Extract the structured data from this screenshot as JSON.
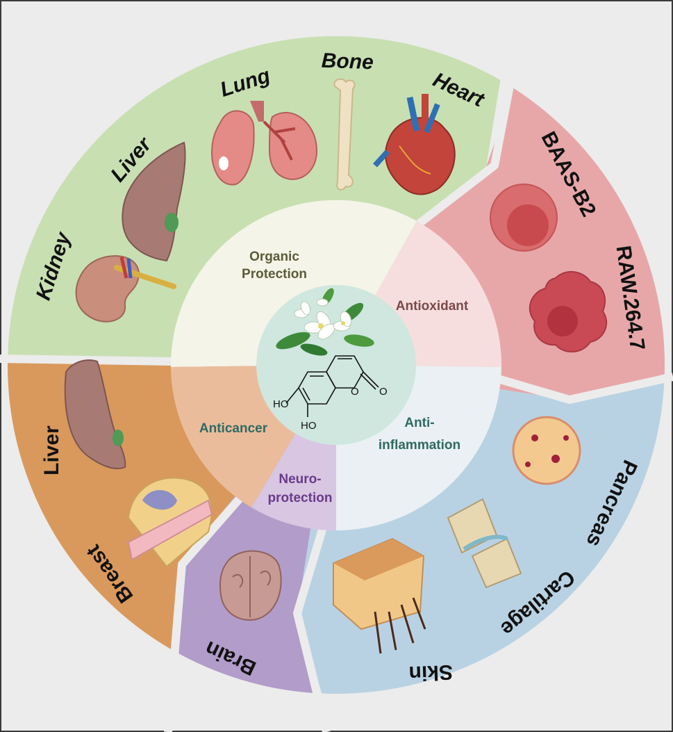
{
  "center": {
    "plant_icon": "jasmine-flower-icon",
    "molecule_icon": "7-8-dihydroxycoumarin-structure-icon",
    "atom_labels": {
      "ho_upper": "HO",
      "ho_lower": "HO",
      "o_ring": "O",
      "o_carbonyl": "O"
    }
  },
  "inner_ring": {
    "organic_protection": {
      "line1": "Organic",
      "line2": "Protection",
      "color": "#f4f4e8",
      "text_color": "#5b5b3a"
    },
    "antioxidant": {
      "label": "Antioxidant",
      "color": "#f7dede",
      "text_color": "#7a4a4a"
    },
    "anti_inflammation": {
      "line1": "Anti-",
      "line2": "inflammation",
      "color": "#eaf0f4",
      "text_color": "#2f6a62"
    },
    "neuroprotection": {
      "line1": "Neuro-",
      "line2": "protection",
      "color": "#d9c6e2",
      "text_color": "#6a3a8a"
    },
    "anticancer": {
      "label": "Anticancer",
      "color": "#ebbc9c",
      "text_color": "#2f6a62"
    }
  },
  "outer_sectors": {
    "organ_protection": {
      "color": "#c8dfb2",
      "labels": {
        "kidney": "Kidney",
        "liver": "Liver",
        "lung": "Lung",
        "bone": "Bone",
        "heart": "Heart"
      },
      "icons": [
        "kidney-icon",
        "liver-icon",
        "lung-icon",
        "bone-icon",
        "heart-icon"
      ]
    },
    "antioxidant": {
      "color": "#e7a7a9",
      "labels": {
        "baas": "BAAS-B2",
        "raw": "RAW.264.7"
      },
      "icons": [
        "baas-b2-cell-icon",
        "raw-264-7-cell-icon"
      ]
    },
    "anti_inflammation": {
      "color": "#b9d2e3",
      "labels": {
        "pancreas": "Pancreas",
        "cartilage": "Cartilage",
        "skin": "Skin"
      },
      "icons": [
        "pancreas-tissue-icon",
        "cartilage-joint-icon",
        "skin-section-icon"
      ]
    },
    "neuroprotection": {
      "color": "#b29cc9",
      "labels": {
        "brain": "Brain"
      },
      "icons": [
        "brain-icon"
      ]
    },
    "anticancer": {
      "color": "#d9995c",
      "labels": {
        "liver": "Liver",
        "breast": "Breast"
      },
      "icons": [
        "liver-icon",
        "breast-tissue-icon"
      ]
    }
  }
}
